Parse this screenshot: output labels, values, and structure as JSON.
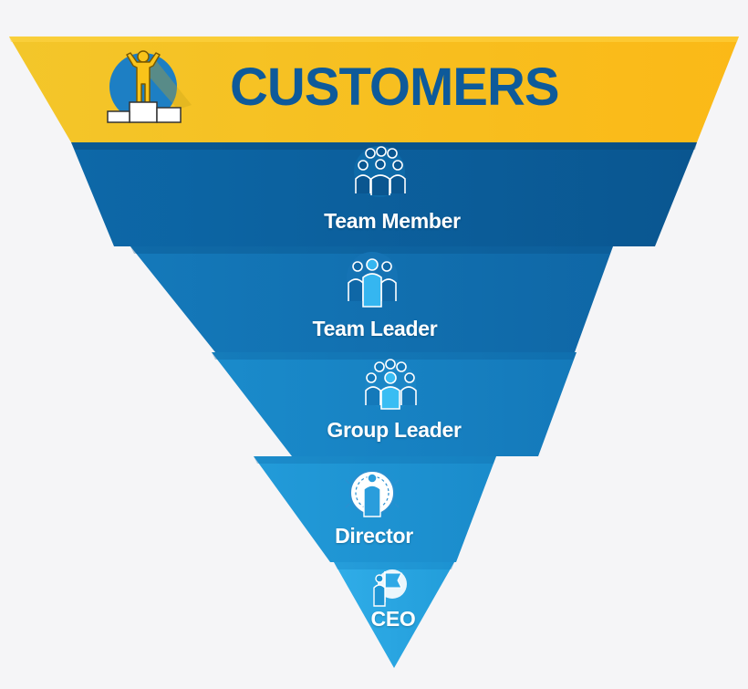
{
  "header": {
    "title": "CUSTOMERS",
    "icon": "podium-winner-icon",
    "color": "#f9c31a"
  },
  "tiers": [
    {
      "label": "Team Member",
      "icon": "team-group-icon",
      "color": "#0a5d9c"
    },
    {
      "label": "Team Leader",
      "icon": "team-leader-icon",
      "color": "#0f6dae"
    },
    {
      "label": "Group Leader",
      "icon": "group-leader-icon",
      "color": "#1581c2"
    },
    {
      "label": "Director",
      "icon": "director-target-icon",
      "color": "#1e95d4"
    },
    {
      "label": "CEO",
      "icon": "ceo-flag-icon",
      "color": "#29a6e2"
    }
  ],
  "colors": {
    "title_text": "#0e5a9a",
    "icon_circle": "#1d7fc4",
    "icon_figure": "#f9c31a"
  }
}
